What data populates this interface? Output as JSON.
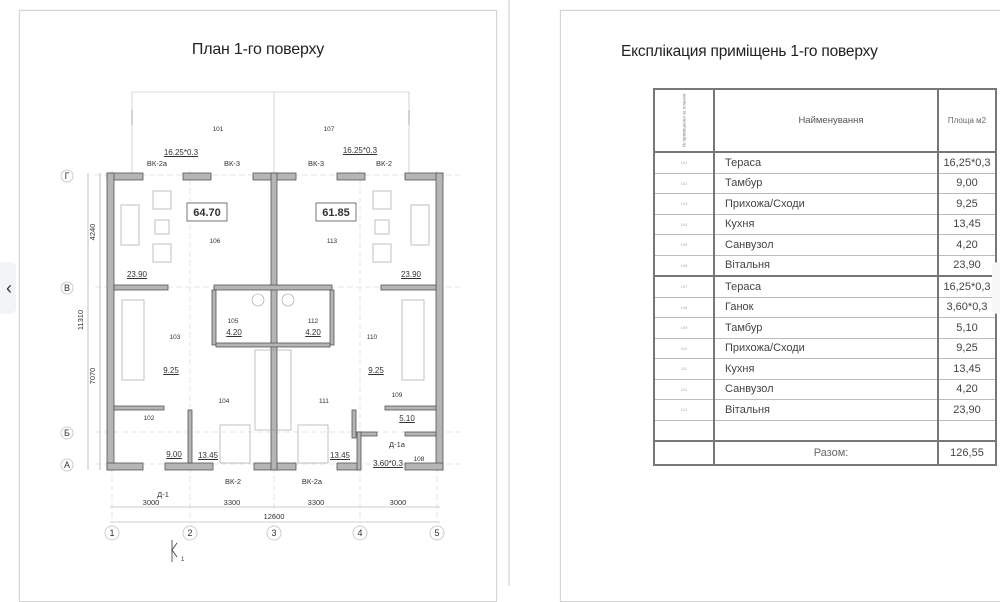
{
  "carousel": {
    "prev_icon": "chevron-left-icon",
    "next_icon": "chevron-right-icon"
  },
  "plan_page": {
    "title": "План 1-го поверху",
    "rooms": [
      "101",
      "107",
      "106",
      "113",
      "105",
      "112",
      "103",
      "110",
      "104",
      "111",
      "102",
      "109",
      "108"
    ],
    "areas": [
      "16.25*0.3",
      "16.25*0.3",
      "23.90",
      "23.90",
      "4.20",
      "4.20",
      "9.25",
      "9.25",
      "9.00",
      "13.45",
      "13.45",
      "5.10",
      "3.60*0.3"
    ],
    "totals": [
      "64.70",
      "61.85"
    ],
    "openings": [
      "ВК-2а",
      "ВК-3",
      "ВК-3",
      "ВК-2",
      "ВК-2",
      "ВК-2а",
      "Д-1",
      "Д-1а"
    ],
    "axes_rows": [
      "Г",
      "В",
      "Б",
      "А"
    ],
    "axes_cols": [
      "1",
      "2",
      "3",
      "4",
      "5"
    ],
    "dims_horizontal": [
      "3000",
      "3300",
      "3300",
      "3000",
      "12600"
    ],
    "dims_vertical": [
      "4240",
      "11310",
      "7070"
    ],
    "section_mark": "1"
  },
  "explication_page": {
    "title": "Експлікация приміщень 1-го поверху",
    "headers": {
      "number": "№ приміщення за планом",
      "name": "Найменування",
      "area": "Площа м2"
    },
    "rows": [
      {
        "no": "101",
        "name": "Тераса",
        "area": "16,25*0,3"
      },
      {
        "no": "102",
        "name": "Тамбур",
        "area": "9,00"
      },
      {
        "no": "103",
        "name": "Прихожа/Сходи",
        "area": "9,25"
      },
      {
        "no": "104",
        "name": "Кухня",
        "area": "13,45"
      },
      {
        "no": "105",
        "name": "Санвузол",
        "area": "4,20"
      },
      {
        "no": "106",
        "name": "Вітальня",
        "area": "23,90"
      },
      {
        "no": "107",
        "name": "Тераса",
        "area": "16,25*0,3"
      },
      {
        "no": "108",
        "name": "Ганок",
        "area": "3,60*0,3"
      },
      {
        "no": "109",
        "name": "Тамбур",
        "area": "5,10"
      },
      {
        "no": "110",
        "name": "Прихожа/Сходи",
        "area": "9,25"
      },
      {
        "no": "111",
        "name": "Кухня",
        "area": "13,45"
      },
      {
        "no": "112",
        "name": "Санвузол",
        "area": "4,20"
      },
      {
        "no": "113",
        "name": "Вітальня",
        "area": "23,90"
      }
    ],
    "total_label": "Разом:",
    "total_value": "126,55"
  }
}
